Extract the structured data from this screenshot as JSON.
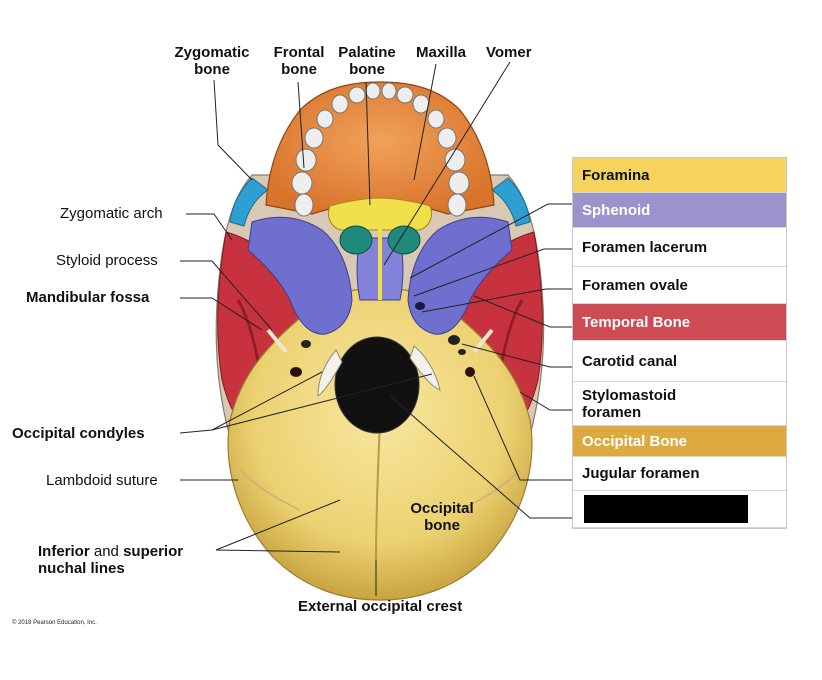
{
  "labels": {
    "zygomatic_bone": [
      "Zygomatic",
      "bone"
    ],
    "frontal_bone": [
      "Frontal",
      "bone"
    ],
    "palatine_bone": [
      "Palatine",
      "bone"
    ],
    "maxilla": "Maxilla",
    "vomer": "Vomer",
    "zygomatic_arch": "Zygomatic arch",
    "styloid_process": "Styloid process",
    "mandibular_fossa": "Mandibular fossa",
    "occipital_condyles": "Occipital condyles",
    "lambdoid_suture": "Lambdoid suture",
    "nuchal_lines": {
      "w1": "Inferior",
      "w2": " and ",
      "w3": "superior",
      "line2": "nuchal lines"
    },
    "occipital_bone_inside": [
      "Occipital",
      "bone"
    ],
    "external_occipital_crest": "External occipital crest",
    "copyright": "© 2018 Pearson Education, Inc."
  },
  "legend": [
    {
      "text": "Foramina",
      "bg": "#f6d35c",
      "color": "#111111"
    },
    {
      "text": "Sphenoid",
      "bg": "#9b93cc",
      "color": "#ffffff"
    },
    {
      "text": "Foramen lacerum",
      "bg": "#ffffff",
      "color": "#111111"
    },
    {
      "text": "Foramen ovale",
      "bg": "#ffffff",
      "color": "#111111"
    },
    {
      "text": "Temporal Bone",
      "bg": "#cd4b52",
      "color": "#ffffff"
    },
    {
      "text": "Carotid canal",
      "bg": "#ffffff",
      "color": "#111111"
    },
    {
      "text": "Stylomastoid\nforamen",
      "bg": "#ffffff",
      "color": "#111111"
    },
    {
      "text": "Occipital Bone",
      "bg": "#dcaa3e",
      "color": "#ffffff"
    },
    {
      "text": "Jugular foramen",
      "bg": "#ffffff",
      "color": "#111111"
    },
    {
      "text": "",
      "bg": "#ffffff",
      "color": "#111111",
      "redacted": true
    }
  ],
  "colors": {
    "temporal": "#c8323f",
    "sphenoid": "#6f6fcf",
    "occipital": "#f1d77a",
    "maxilla": "#e8893a",
    "zygomatic": "#2e9fd1",
    "palatine": "#f2e04a",
    "vomer_cavity": "#1f8a7c",
    "teeth": "#eaeaea"
  }
}
